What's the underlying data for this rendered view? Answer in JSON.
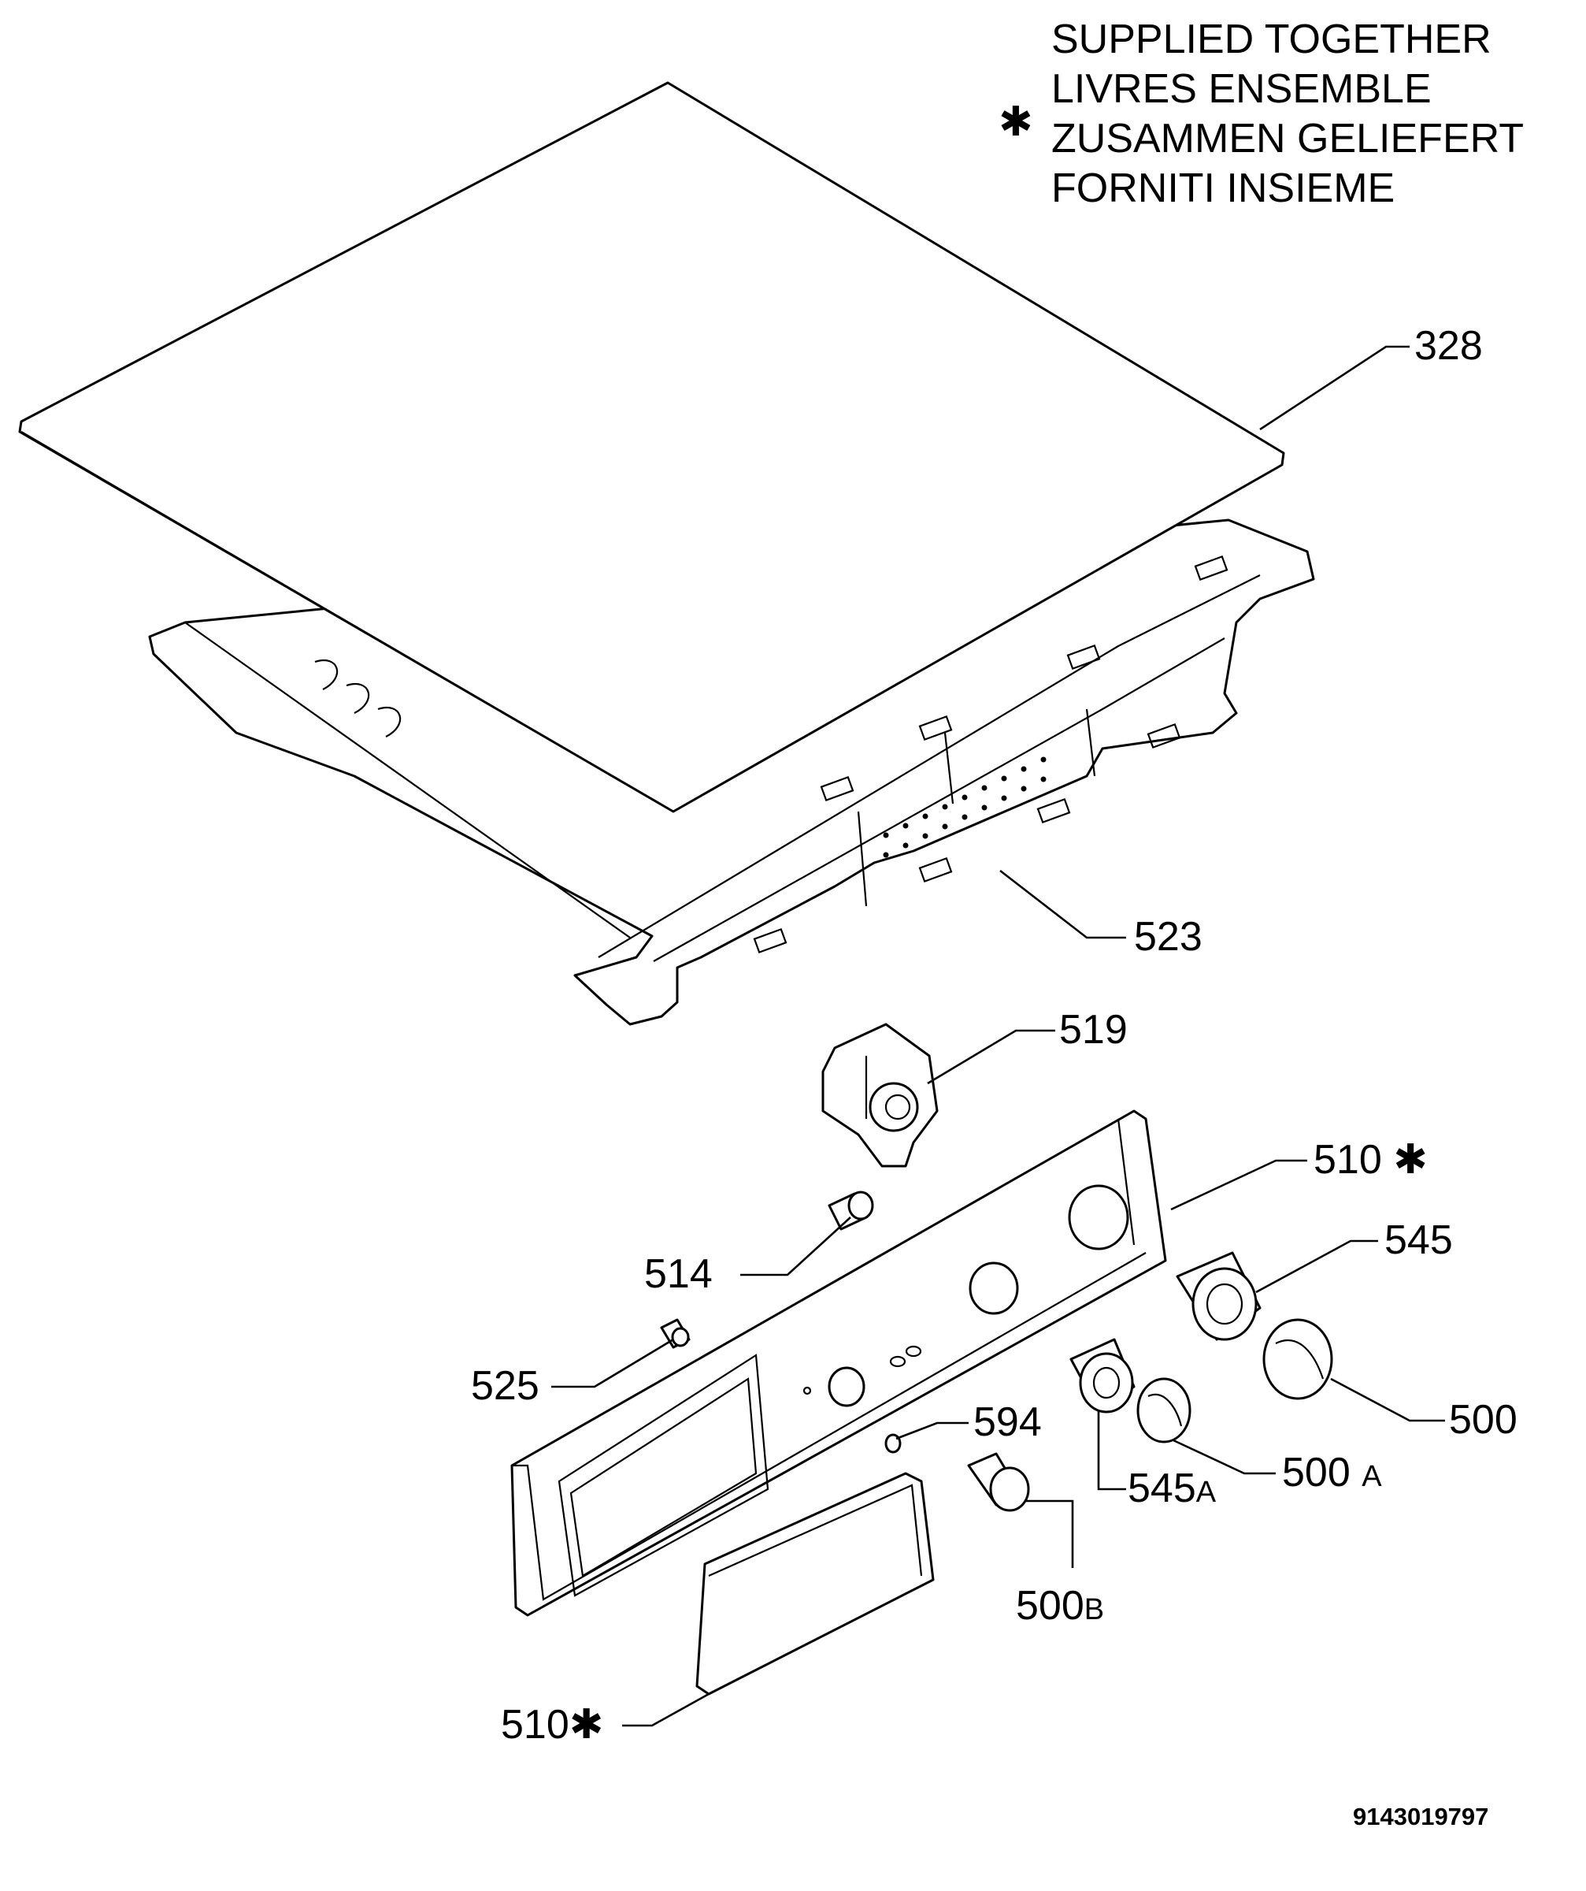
{
  "legend": {
    "symbol": "✱",
    "lines": [
      "SUPPLIED TOGETHER",
      "LIVRES ENSEMBLE",
      "ZUSAMMEN GELIEFERT",
      "FORNITI INSIEME"
    ]
  },
  "callouts": {
    "c328": {
      "num": "328",
      "suffix": ""
    },
    "c523": {
      "num": "523",
      "suffix": ""
    },
    "c519": {
      "num": "519",
      "suffix": ""
    },
    "c510a": {
      "num": "510",
      "suffix": "✱"
    },
    "c514": {
      "num": "514",
      "suffix": ""
    },
    "c545": {
      "num": "545",
      "suffix": ""
    },
    "c525": {
      "num": "525",
      "suffix": ""
    },
    "c594": {
      "num": "594",
      "suffix": ""
    },
    "c500": {
      "num": "500",
      "suffix": ""
    },
    "c545A": {
      "num": "545",
      "suffix": "A"
    },
    "c500A": {
      "num": "500",
      "suffix": "A"
    },
    "c500B": {
      "num": "500",
      "suffix": "B"
    },
    "c510b": {
      "num": "510",
      "suffix": "✱"
    }
  },
  "drawing_code": "9143019797"
}
